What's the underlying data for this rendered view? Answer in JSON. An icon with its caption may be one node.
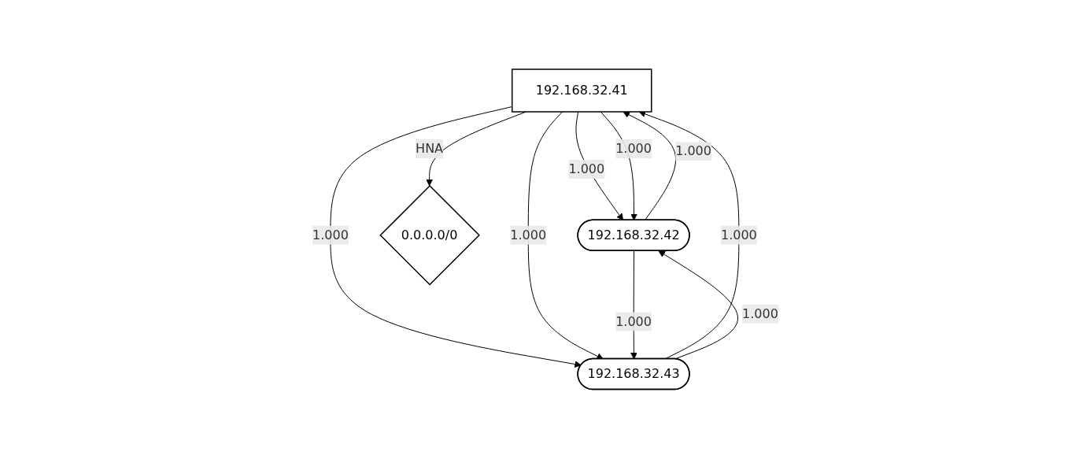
{
  "diagram": {
    "nodes": [
      {
        "text": [
          "192.168.32.41"
        ]
      },
      {
        "text": [
          "192.168.32.42"
        ]
      },
      {
        "text": [
          "192.168.32.43"
        ]
      },
      {
        "text": [
          "0.0.0.0/0"
        ]
      }
    ],
    "edges": [
      {
        "from": 0,
        "to": 1,
        "arrow": "to",
        "label": "1.000"
      },
      {
        "from": 0,
        "to": 1,
        "arrow": "to",
        "label": "1.000"
      },
      {
        "from": 1,
        "to": 0,
        "arrow": "to",
        "label": "1.000"
      },
      {
        "from": 0,
        "to": 2,
        "arrow": "to",
        "label": "1.000"
      },
      {
        "from": 0,
        "to": 2,
        "arrow": "to",
        "label": "1.000"
      },
      {
        "from": 0,
        "to": 3,
        "arrow": "to",
        "label": "HNA"
      },
      {
        "from": 2,
        "to": 0,
        "arrow": "to",
        "label": "1.000"
      },
      {
        "from": 1,
        "to": 2,
        "arrow": "to",
        "label": "1.000"
      },
      {
        "from": 2,
        "to": 1,
        "arrow": "to",
        "label": "1.000"
      }
    ]
  }
}
